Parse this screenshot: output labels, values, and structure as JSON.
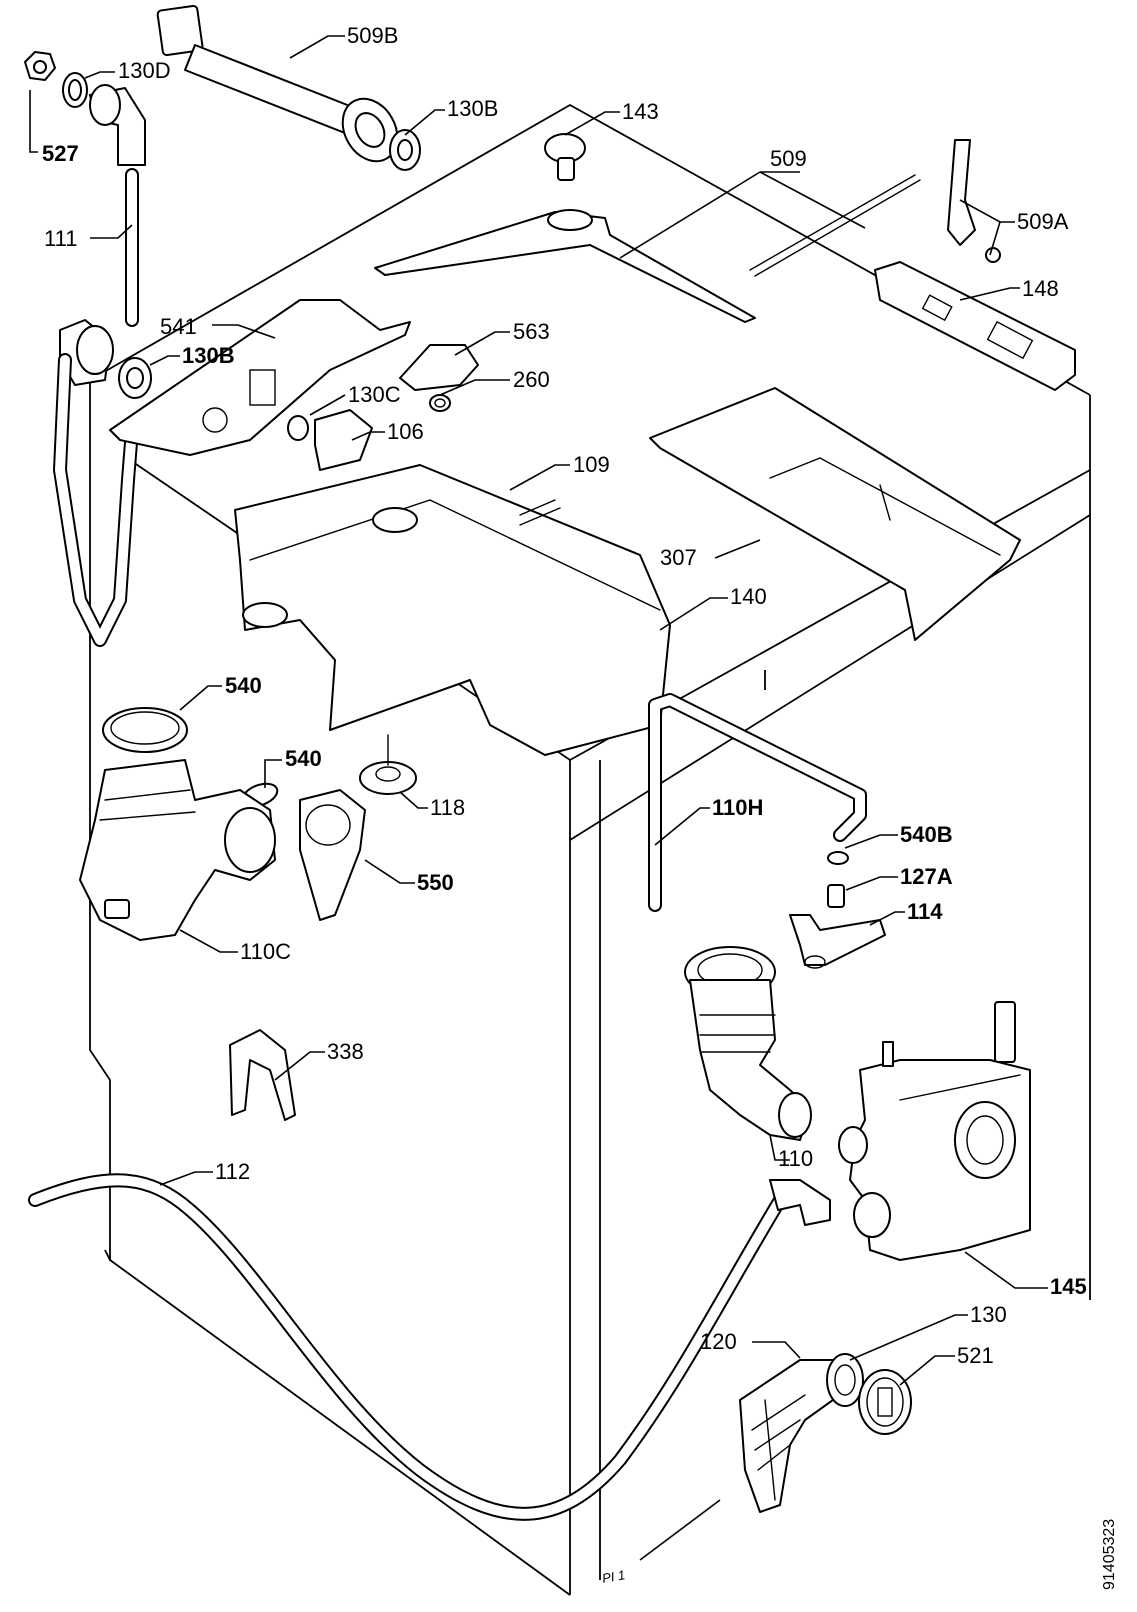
{
  "labels": {
    "l509b": "509B",
    "l130d": "130D",
    "l527": "527",
    "l130b_top": "130B",
    "l143": "143",
    "l509": "509",
    "l509a": "509A",
    "l111": "111",
    "l148": "148",
    "l541": "541",
    "l563": "563",
    "l130b_mid": "130B",
    "l260": "260",
    "l130c": "130C",
    "l106": "106",
    "l109": "109",
    "l307": "307",
    "l140": "140",
    "l540_a": "540",
    "l540_b": "540",
    "l118": "118",
    "l110h": "110H",
    "l540b": "540B",
    "l127a": "127A",
    "l550": "550",
    "l114": "114",
    "l110c": "110C",
    "l338": "338",
    "l110": "110",
    "l112": "112",
    "l145": "145",
    "l130": "130",
    "l120": "120",
    "l521": "521"
  },
  "drawing_code": "91405323",
  "signature": "PI 1"
}
